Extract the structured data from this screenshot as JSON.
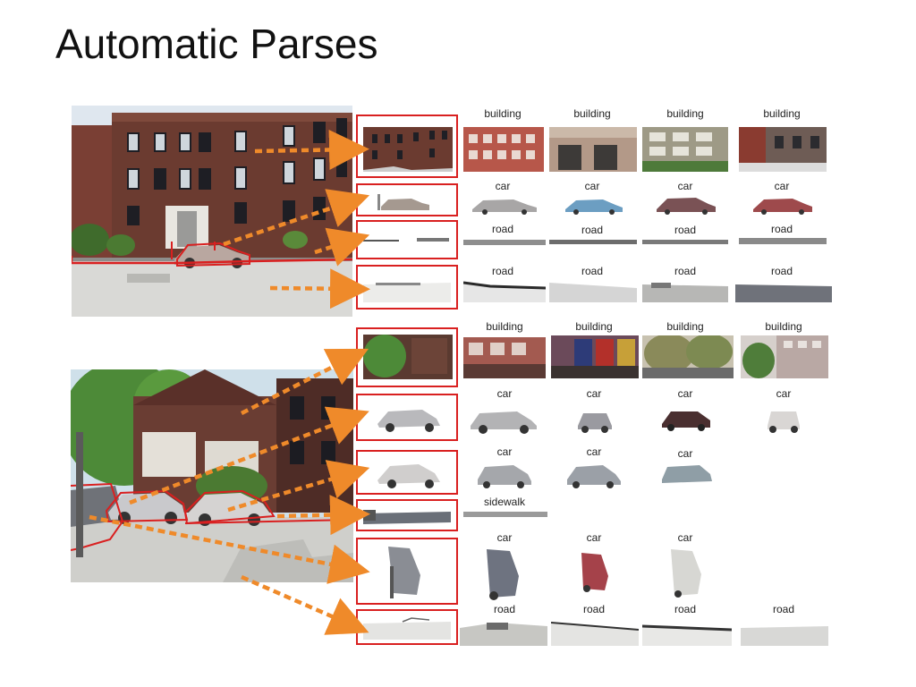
{
  "slide": {
    "title": "Automatic Parses"
  },
  "scene_top": {
    "rows": [
      {
        "labels": [
          "building",
          "building",
          "building",
          "building"
        ]
      },
      {
        "labels": [
          "car",
          "car",
          "car",
          "car"
        ]
      },
      {
        "labels": [
          "road",
          "road",
          "road",
          "road"
        ]
      },
      {
        "labels": [
          "road",
          "road",
          "road",
          "road"
        ]
      }
    ]
  },
  "scene_bottom": {
    "rows": [
      {
        "labels": [
          "building",
          "building",
          "building",
          "building"
        ]
      },
      {
        "labels": [
          "car",
          "car",
          "car",
          "car"
        ]
      },
      {
        "labels": [
          "car",
          "car",
          "car"
        ]
      },
      {
        "labels": [
          "sidewalk"
        ]
      },
      {
        "labels": [
          "car",
          "car",
          "car"
        ]
      },
      {
        "labels": [
          "road",
          "road",
          "road",
          "road"
        ]
      }
    ]
  },
  "colors": {
    "outline": "#d92020",
    "arrow": "#ef8a2a"
  }
}
